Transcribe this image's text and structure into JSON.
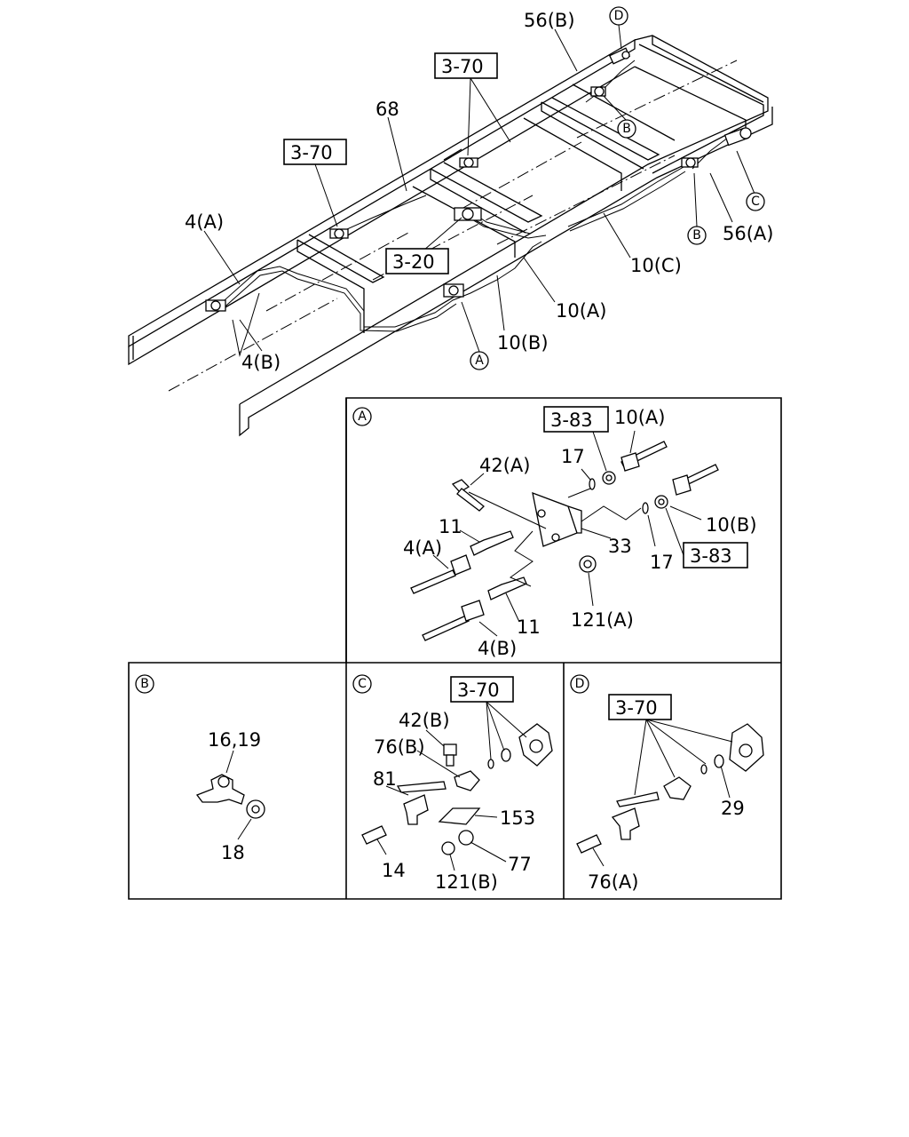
{
  "labels": {
    "l_56b": "56(B)",
    "l_68": "68",
    "l_4a_top": "4(A)",
    "l_4b_top": "4(B)",
    "l_10c": "10(C)",
    "l_10a_top": "10(A)",
    "l_10b_top": "10(B)",
    "l_56a": "56(A)",
    "l_10a_a": "10(A)",
    "l_42a": "42(A)",
    "l_17_1": "17",
    "l_11_1": "11",
    "l_4a_a": "4(A)",
    "l_33": "33",
    "l_17_2": "17",
    "l_10b_a": "10(B)",
    "l_121a": "121(A)",
    "l_11_2": "11",
    "l_4b_a": "4(B)",
    "l_1619": "16,19",
    "l_18": "18",
    "l_42b": "42(B)",
    "l_76b": "76(B)",
    "l_81": "81",
    "l_153": "153",
    "l_14": "14",
    "l_121b": "121(B)",
    "l_77": "77",
    "l_29": "29",
    "l_76a": "76(A)"
  },
  "boxed_refs": {
    "r_370_top": "3-70",
    "r_370_left": "3-70",
    "r_320": "3-20",
    "r_383_1": "3-83",
    "r_383_2": "3-83",
    "r_370_c": "3-70",
    "r_370_d": "3-70"
  },
  "markers": {
    "m_d_top": "D",
    "m_b_top1": "B",
    "m_c_top": "C",
    "m_b_top2": "B",
    "m_a_top": "A",
    "panel_a": "A",
    "panel_b": "B",
    "panel_c": "C",
    "panel_d": "D"
  }
}
